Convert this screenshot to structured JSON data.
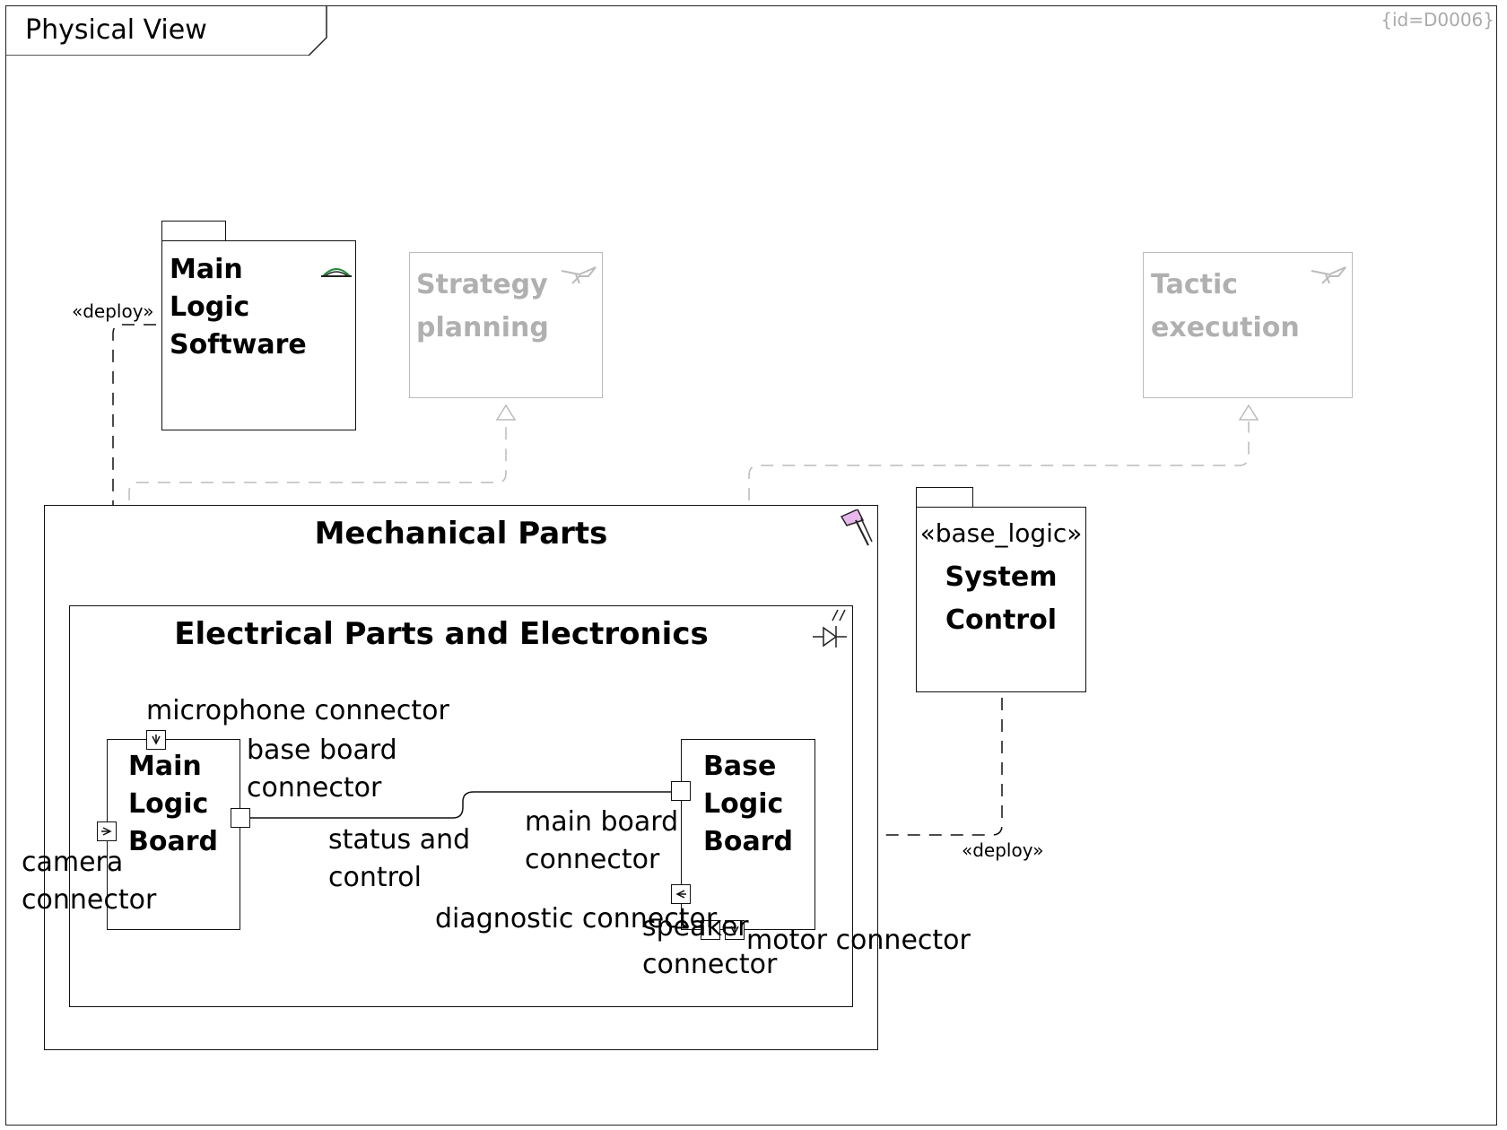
{
  "frame": {
    "title": "Physical View",
    "id_label": "{id=D0006}"
  },
  "nodes": {
    "main_logic_software": {
      "title": "Main\nLogic\nSoftware"
    },
    "strategy_planning": {
      "title": "Strategy\nplanning"
    },
    "tactic_execution": {
      "title": "Tactic\nexecution"
    },
    "mechanical_parts": {
      "title": "Mechanical Parts"
    },
    "electrical_parts": {
      "title": "Electrical Parts and Electronics"
    },
    "main_logic_board": {
      "title": "Main\nLogic\nBoard"
    },
    "base_logic_board": {
      "title": "Base\nLogic\nBoard"
    },
    "system_control": {
      "stereotype": "«base_logic»",
      "title": "System\nControl"
    }
  },
  "ports": {
    "microphone_connector": "microphone connector",
    "base_board_connector": "base board\nconnector",
    "camera_connector": "camera\nconnector",
    "main_board_connector": "main board\nconnector",
    "diagnostic_connector": "diagnostic connector",
    "speaker_connector": "speaker\nconnector",
    "motor_connector": "motor connector"
  },
  "connectors": {
    "status_and_control": "status and\ncontrol",
    "deploy_1": "«deploy»",
    "deploy_2": "«deploy»"
  },
  "icons": {
    "software": "software-package-icon",
    "strategy": "function-icon",
    "tactic": "function-icon",
    "mechanical": "hammer-icon",
    "electrical": "diode-icon"
  },
  "colors": {
    "inactive": "#b0b0b0",
    "hammer": "#e8b8ec",
    "software_icon": "#1f8a3a"
  }
}
